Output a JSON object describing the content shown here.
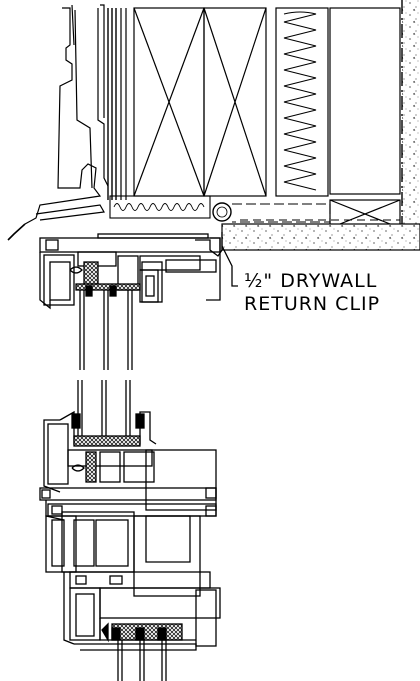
{
  "annotation": {
    "line1": "½\" DRYWALL",
    "line2": "RETURN CLIP"
  },
  "palette": {
    "line": "#000000",
    "background": "#ffffff",
    "hatch": "#000000"
  },
  "icons": [
    "section-detail-drawing",
    "leader-line",
    "insulation-batt",
    "backer-rod",
    "concrete-hatch"
  ]
}
